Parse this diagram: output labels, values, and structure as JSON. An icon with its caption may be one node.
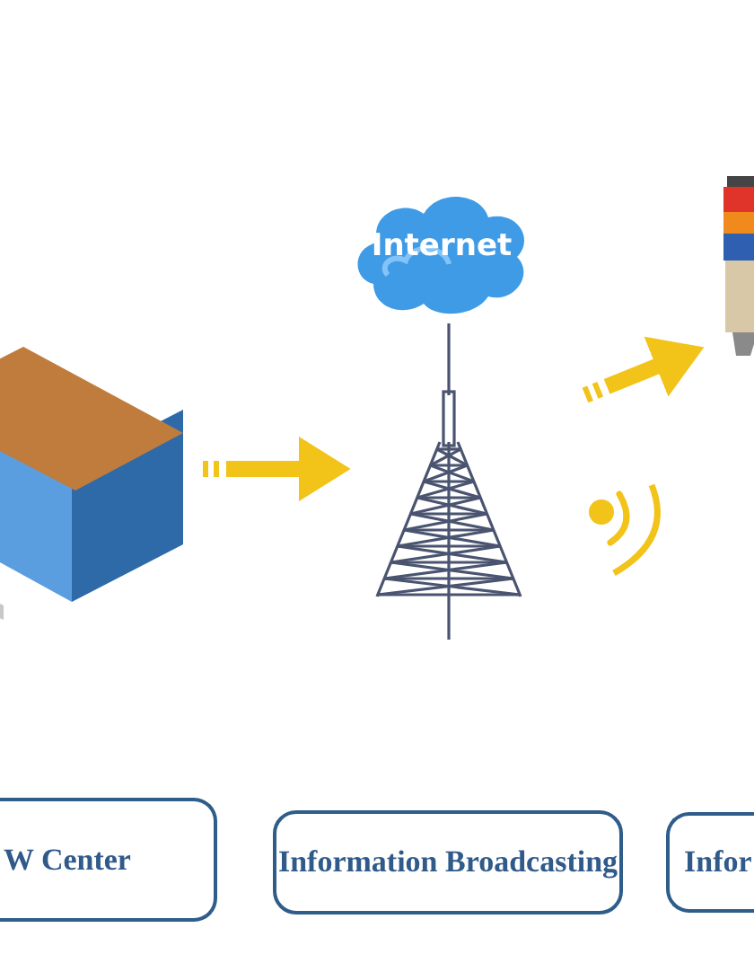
{
  "diagram": {
    "nodes": [
      {
        "text": [],
        "shape": "picture"
      },
      {
        "text": [
          "Internet"
        ]
      },
      {
        "text": [],
        "shape": "picture"
      },
      {
        "text": [],
        "shape": "picture"
      },
      {
        "text": [
          "W Center"
        ]
      },
      {
        "text": [
          "Information Broadcasting"
        ]
      },
      {
        "text": [
          "Infor"
        ]
      }
    ],
    "edges": [
      {
        "from": 0,
        "to": 2,
        "arrow": "to"
      },
      {
        "from": 2,
        "to": 3,
        "arrow": "to"
      }
    ]
  }
}
